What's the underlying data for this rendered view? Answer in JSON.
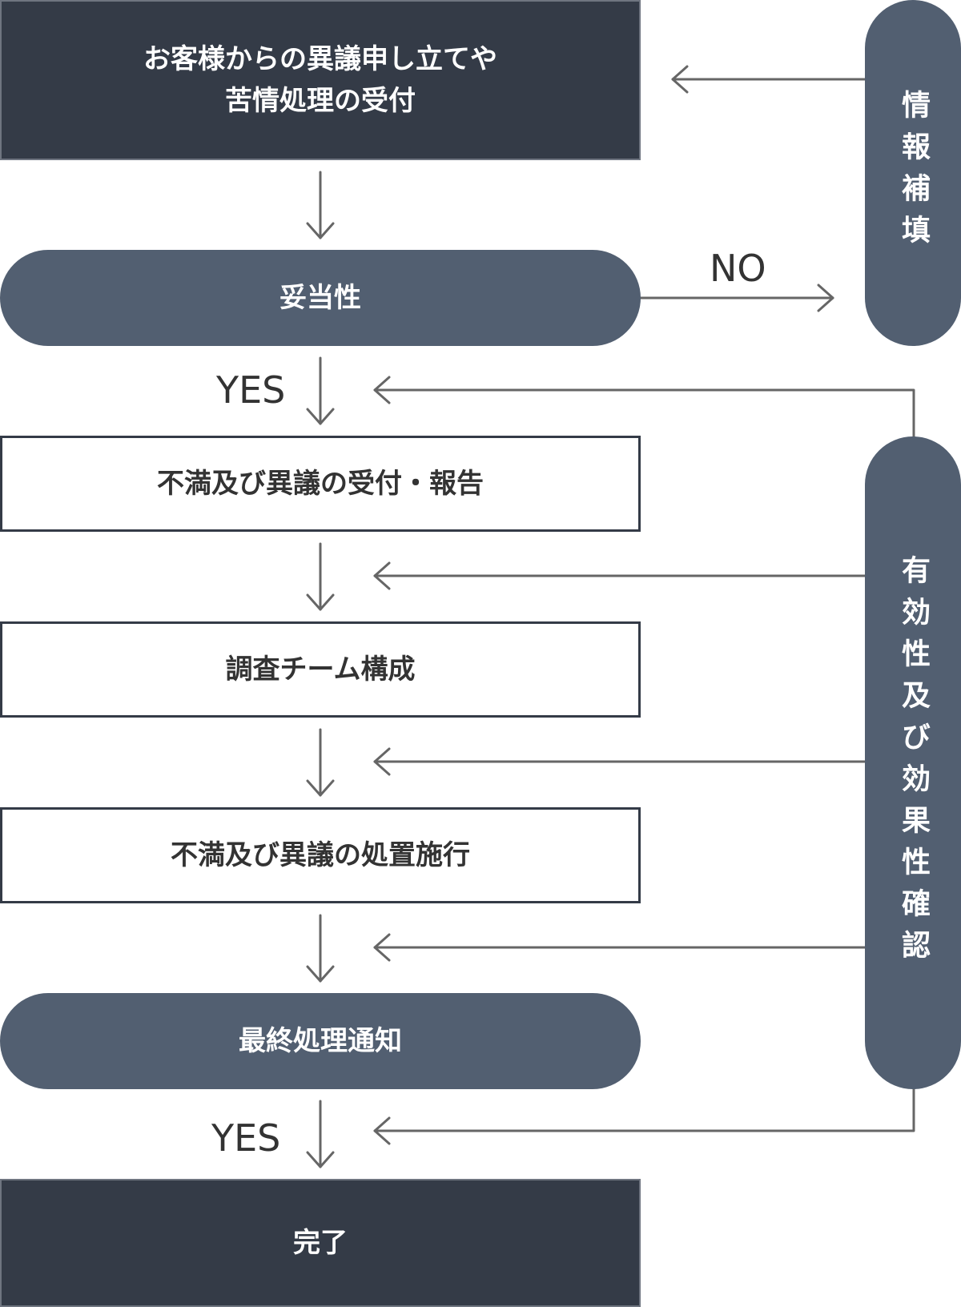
{
  "flow": {
    "start": "お客様からの異議申し立てや\n苦情処理の受付",
    "validity": "妥当性",
    "step_receive": "不満及び異議の受付・報告",
    "step_team": "調査チーム構成",
    "step_action": "不満及び異議の処置施行",
    "final_notice": "最終処理通知",
    "complete": "完了"
  },
  "side": {
    "supplement": "情報補填",
    "verification": "有効性及び効果性確認"
  },
  "labels": {
    "no": "NO",
    "yes_top": "YES",
    "yes_bottom": "YES"
  },
  "colors": {
    "dark_box": "#343b47",
    "pill": "#525f71",
    "outline_border": "#343b47",
    "arrow": "#666666",
    "text_dark": "#333333",
    "text_light": "#ffffff"
  }
}
